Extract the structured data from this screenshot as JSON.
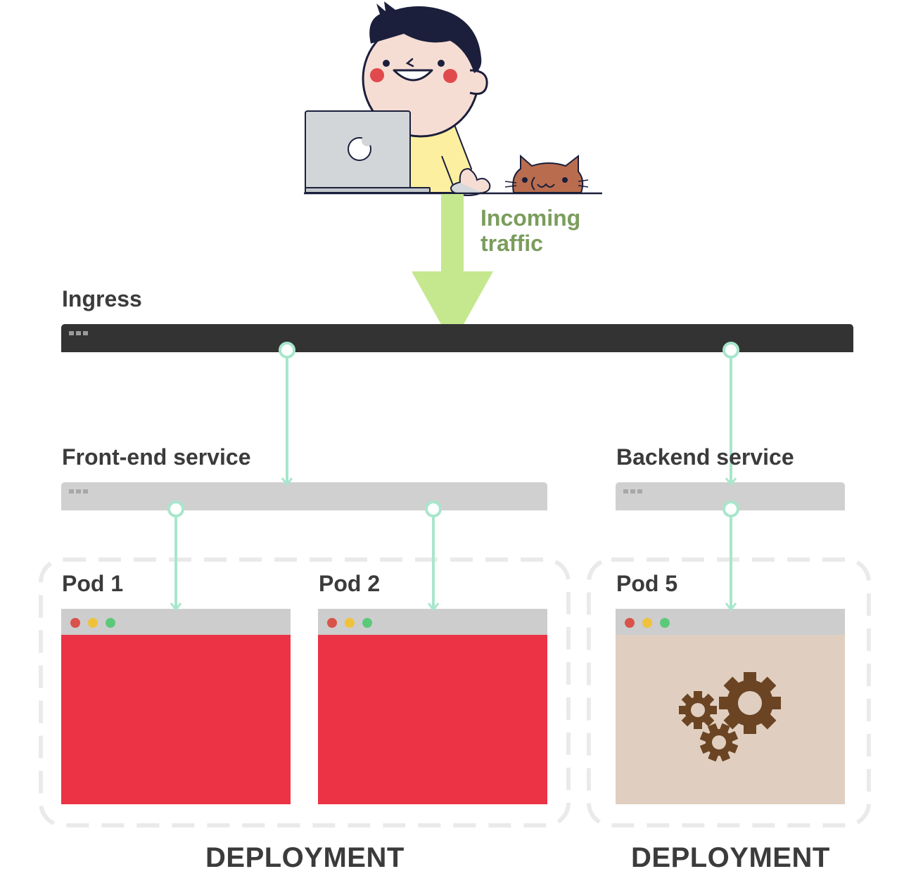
{
  "traffic": {
    "line1": "Incoming",
    "line2": "traffic"
  },
  "ingress": {
    "label": "Ingress"
  },
  "services": {
    "frontend": {
      "label": "Front-end service"
    },
    "backend": {
      "label": "Backend service"
    }
  },
  "pods": [
    {
      "label": "Pod 1",
      "content": "blank",
      "color": "#ec3345"
    },
    {
      "label": "Pod 2",
      "content": "blank",
      "color": "#ec3345"
    },
    {
      "label": "Pod 5",
      "content": "gears-icon",
      "color": "#e0cfc0"
    }
  ],
  "deployments": [
    {
      "label": "DEPLOYMENT"
    },
    {
      "label": "DEPLOYMENT"
    }
  ],
  "colors": {
    "ingress_bar": "#333333",
    "service_bar": "#d0d0d0",
    "connector": "#a8e6cc",
    "traffic_arrow": "#c5e88f",
    "traffic_text": "#7a9d5c",
    "gear": "#6b4423",
    "dot_red": "#d9534a",
    "dot_yellow": "#f0c23b",
    "dot_green": "#5cc97a"
  }
}
